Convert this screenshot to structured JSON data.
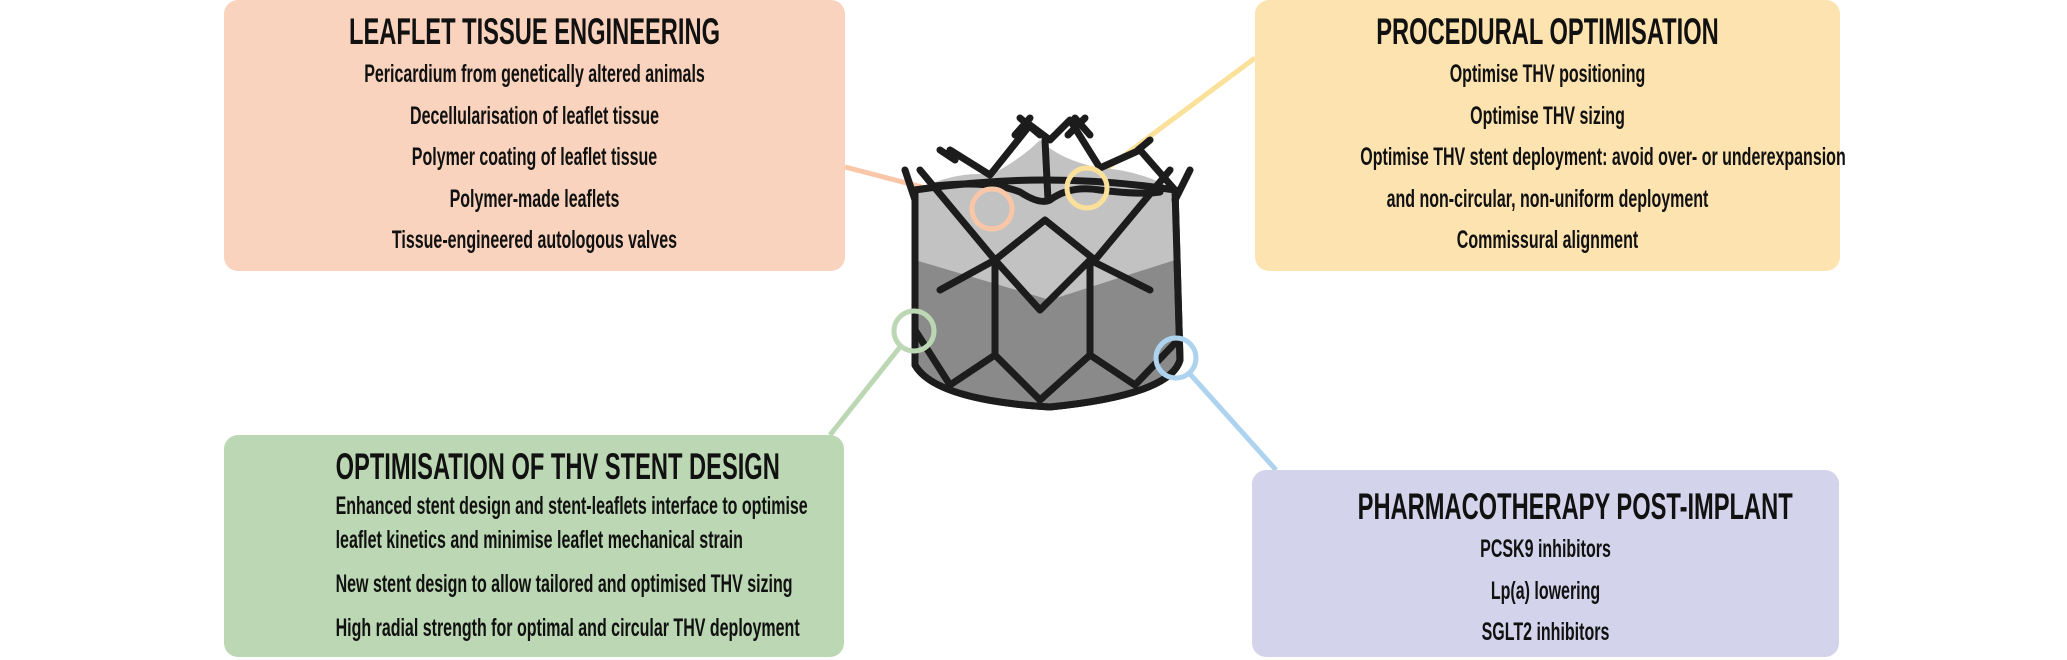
{
  "colors": {
    "peach": "#f9d3bd",
    "yellow": "#fde3b0",
    "green": "#bcd7b3",
    "purple": "#d3d4eb",
    "blue_marker": "#aed3ee"
  },
  "leaflet_tissue_engineering": {
    "title": "LEAFLET TISSUE ENGINEERING",
    "items": [
      "Pericardium from genetically altered animals",
      "Decellularisation of leaflet tissue",
      "Polymer coating of leaflet tissue",
      "Polymer-made leaflets",
      "Tissue-engineered autologous valves"
    ]
  },
  "procedural_optimisation": {
    "title": "PROCEDURAL OPTIMISATION",
    "items": [
      "Optimise THV positioning",
      "Optimise THV sizing",
      "Optimise THV stent deployment: avoid over- or underexpansion",
      "and non-circular, non-uniform deployment",
      "Commissural alignment"
    ]
  },
  "stent_design": {
    "title": "OPTIMISATION OF THV STENT DESIGN",
    "items": [
      [
        "Enhanced stent design and stent-leaflets interface to optimise",
        "leaflet kinetics and minimise leaflet mechanical strain"
      ],
      [
        "New stent design to allow tailored and optimised THV sizing"
      ],
      [
        "High radial strength for optimal and circular THV deployment"
      ]
    ]
  },
  "pharmacotherapy": {
    "title": "PHARMACOTHERAPY POST-IMPLANT",
    "items": [
      "PCSK9 inhibitors",
      "Lp(a) lowering",
      "SGLT2 inhibitors"
    ]
  }
}
